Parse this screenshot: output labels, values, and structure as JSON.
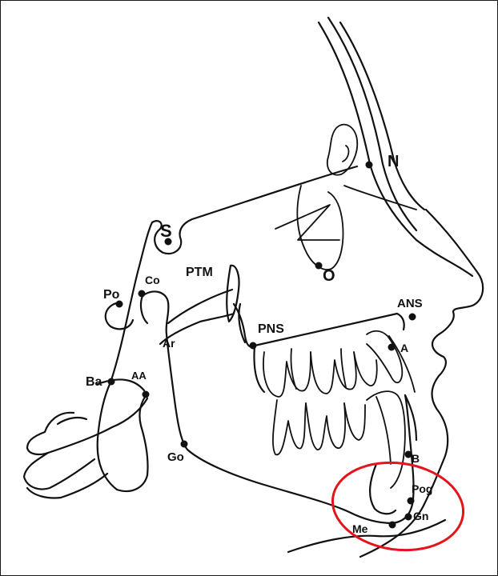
{
  "landmarks": {
    "N": "N",
    "S": "S",
    "O": "O",
    "Po": "Po",
    "Co": "Co",
    "PTM": "PTM",
    "Ar": "Ar",
    "PNS": "PNS",
    "ANS": "ANS",
    "A": "A",
    "Ba": "Ba",
    "AA": "AA",
    "Go": "Go",
    "B": "B",
    "Pog": "Pog",
    "Gn": "Gn",
    "Me": "Me"
  },
  "colors": {
    "tracing": "#111111",
    "highlight_circle": "#e3141b",
    "background": "#ffffff"
  }
}
